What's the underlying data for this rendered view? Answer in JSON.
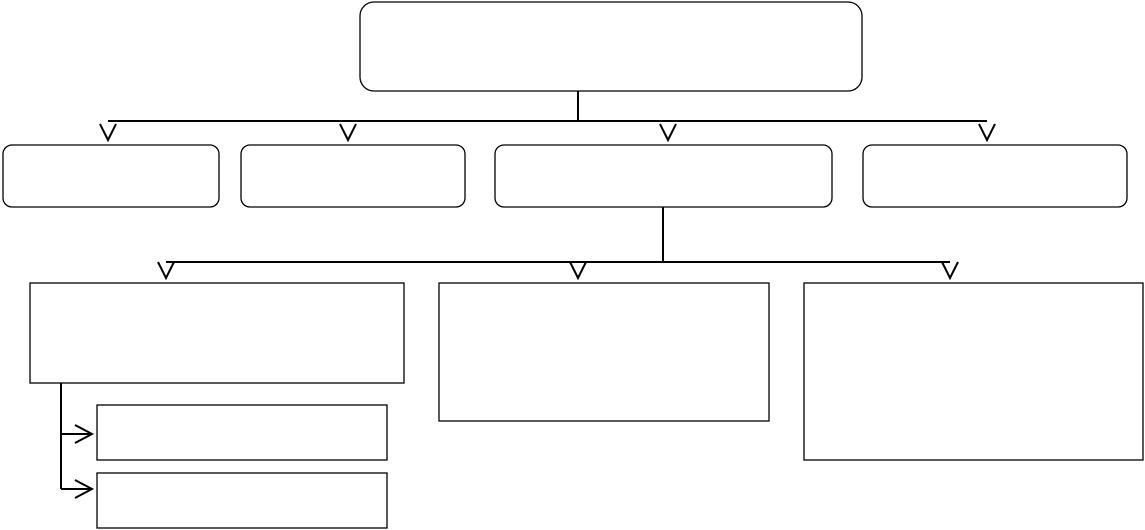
{
  "diagram": {
    "type": "hierarchy",
    "colors": {
      "background": "#ffffff",
      "stroke": "#000000"
    },
    "nodes": [
      {
        "id": "root",
        "label": ""
      },
      {
        "id": "level1-a",
        "label": ""
      },
      {
        "id": "level1-b",
        "label": ""
      },
      {
        "id": "level1-c",
        "label": ""
      },
      {
        "id": "level1-d",
        "label": ""
      },
      {
        "id": "level2-a",
        "label": ""
      },
      {
        "id": "level2-b",
        "label": ""
      },
      {
        "id": "level2-c",
        "label": ""
      },
      {
        "id": "level3-a",
        "label": ""
      },
      {
        "id": "level3-b",
        "label": ""
      }
    ],
    "edges": [
      {
        "from": "root",
        "to": "level1-a"
      },
      {
        "from": "root",
        "to": "level1-b"
      },
      {
        "from": "root",
        "to": "level1-c"
      },
      {
        "from": "root",
        "to": "level1-d"
      },
      {
        "from": "level1-c",
        "to": "level2-a"
      },
      {
        "from": "level1-c",
        "to": "level2-b"
      },
      {
        "from": "level1-c",
        "to": "level2-c"
      },
      {
        "from": "level2-a",
        "to": "level3-a"
      },
      {
        "from": "level2-a",
        "to": "level3-b"
      }
    ]
  }
}
